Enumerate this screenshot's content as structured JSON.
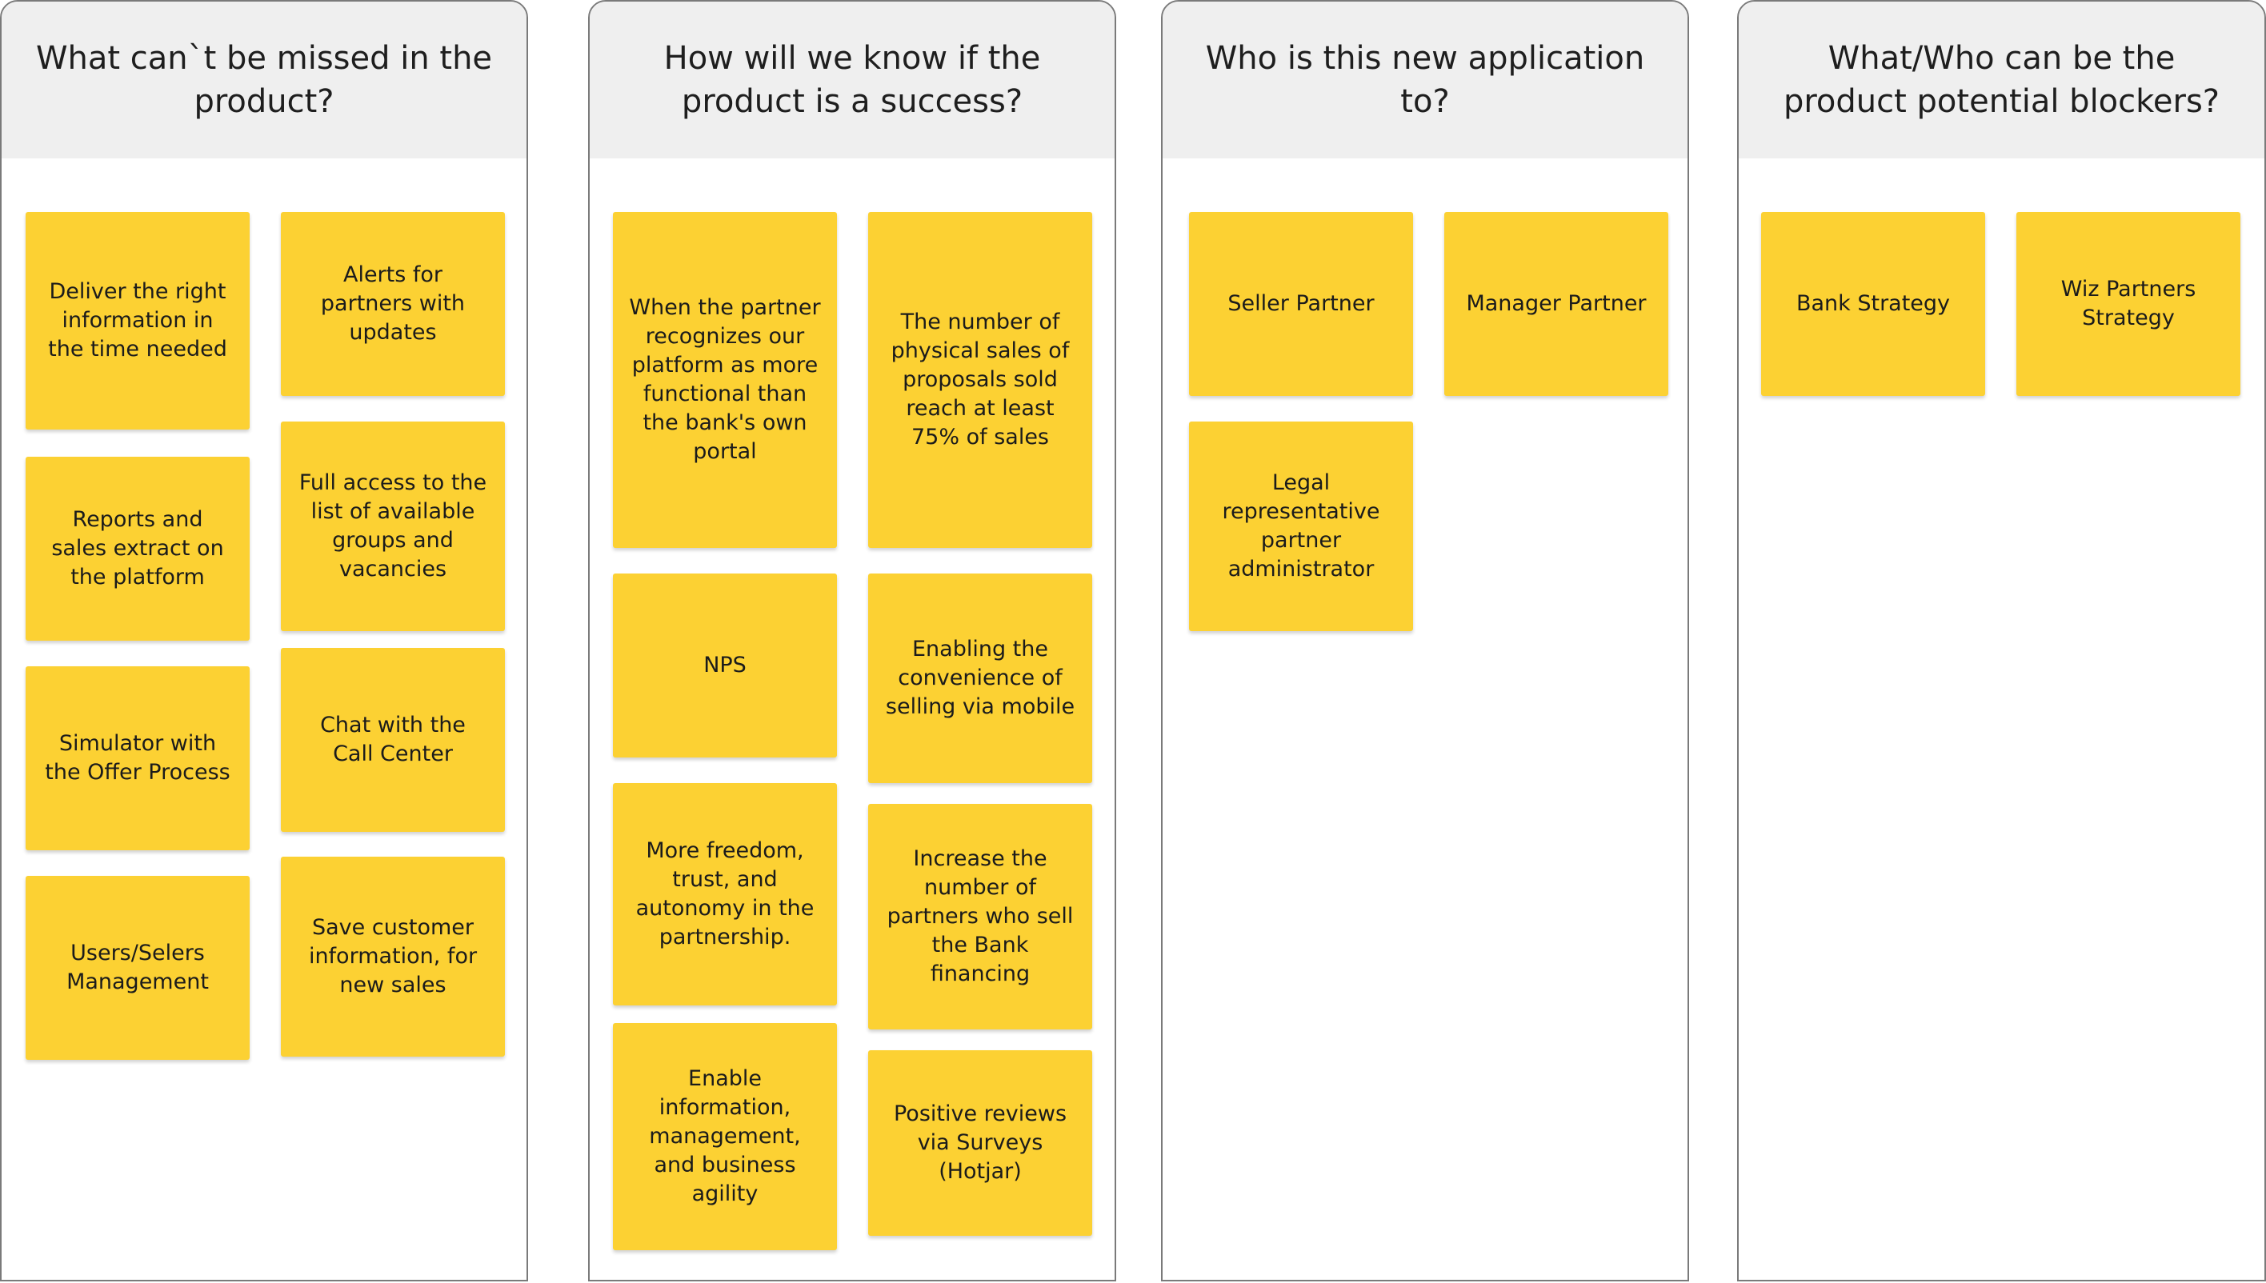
{
  "columns": [
    {
      "title": "What can`t be missed in the product?",
      "notes": [
        "Deliver the right information in the time needed",
        "Alerts for partners with updates",
        "Reports and sales extract on the platform",
        "Full access to the list of available groups and vacancies",
        "Simulator with the Offer Process",
        "Chat with the Call Center",
        "Users/Selers Management",
        "Save customer information, for new sales"
      ]
    },
    {
      "title": "How will we know if the product is a success?",
      "notes": [
        "When the partner recognizes our platform as more functional than the bank's own portal",
        "The number of physical sales of proposals sold reach at least 75% of sales",
        "NPS",
        "Enabling the convenience of selling via mobile",
        "More freedom, trust, and autonomy in the partnership.",
        "Increase the number of partners who sell the Bank financing",
        "Enable information, management, and business agility",
        "Positive reviews via Surveys (Hotjar)"
      ]
    },
    {
      "title": "Who is this new application to?",
      "notes": [
        "Seller Partner",
        "Manager Partner",
        "Legal representative partner administrator"
      ]
    },
    {
      "title": "What/Who can be the product potential blockers?",
      "notes": [
        "Bank Strategy",
        "Wiz Partners Strategy"
      ]
    }
  ],
  "colors": {
    "note": "#fcd133",
    "header": "#efefef",
    "border": "#7a7a7a"
  }
}
